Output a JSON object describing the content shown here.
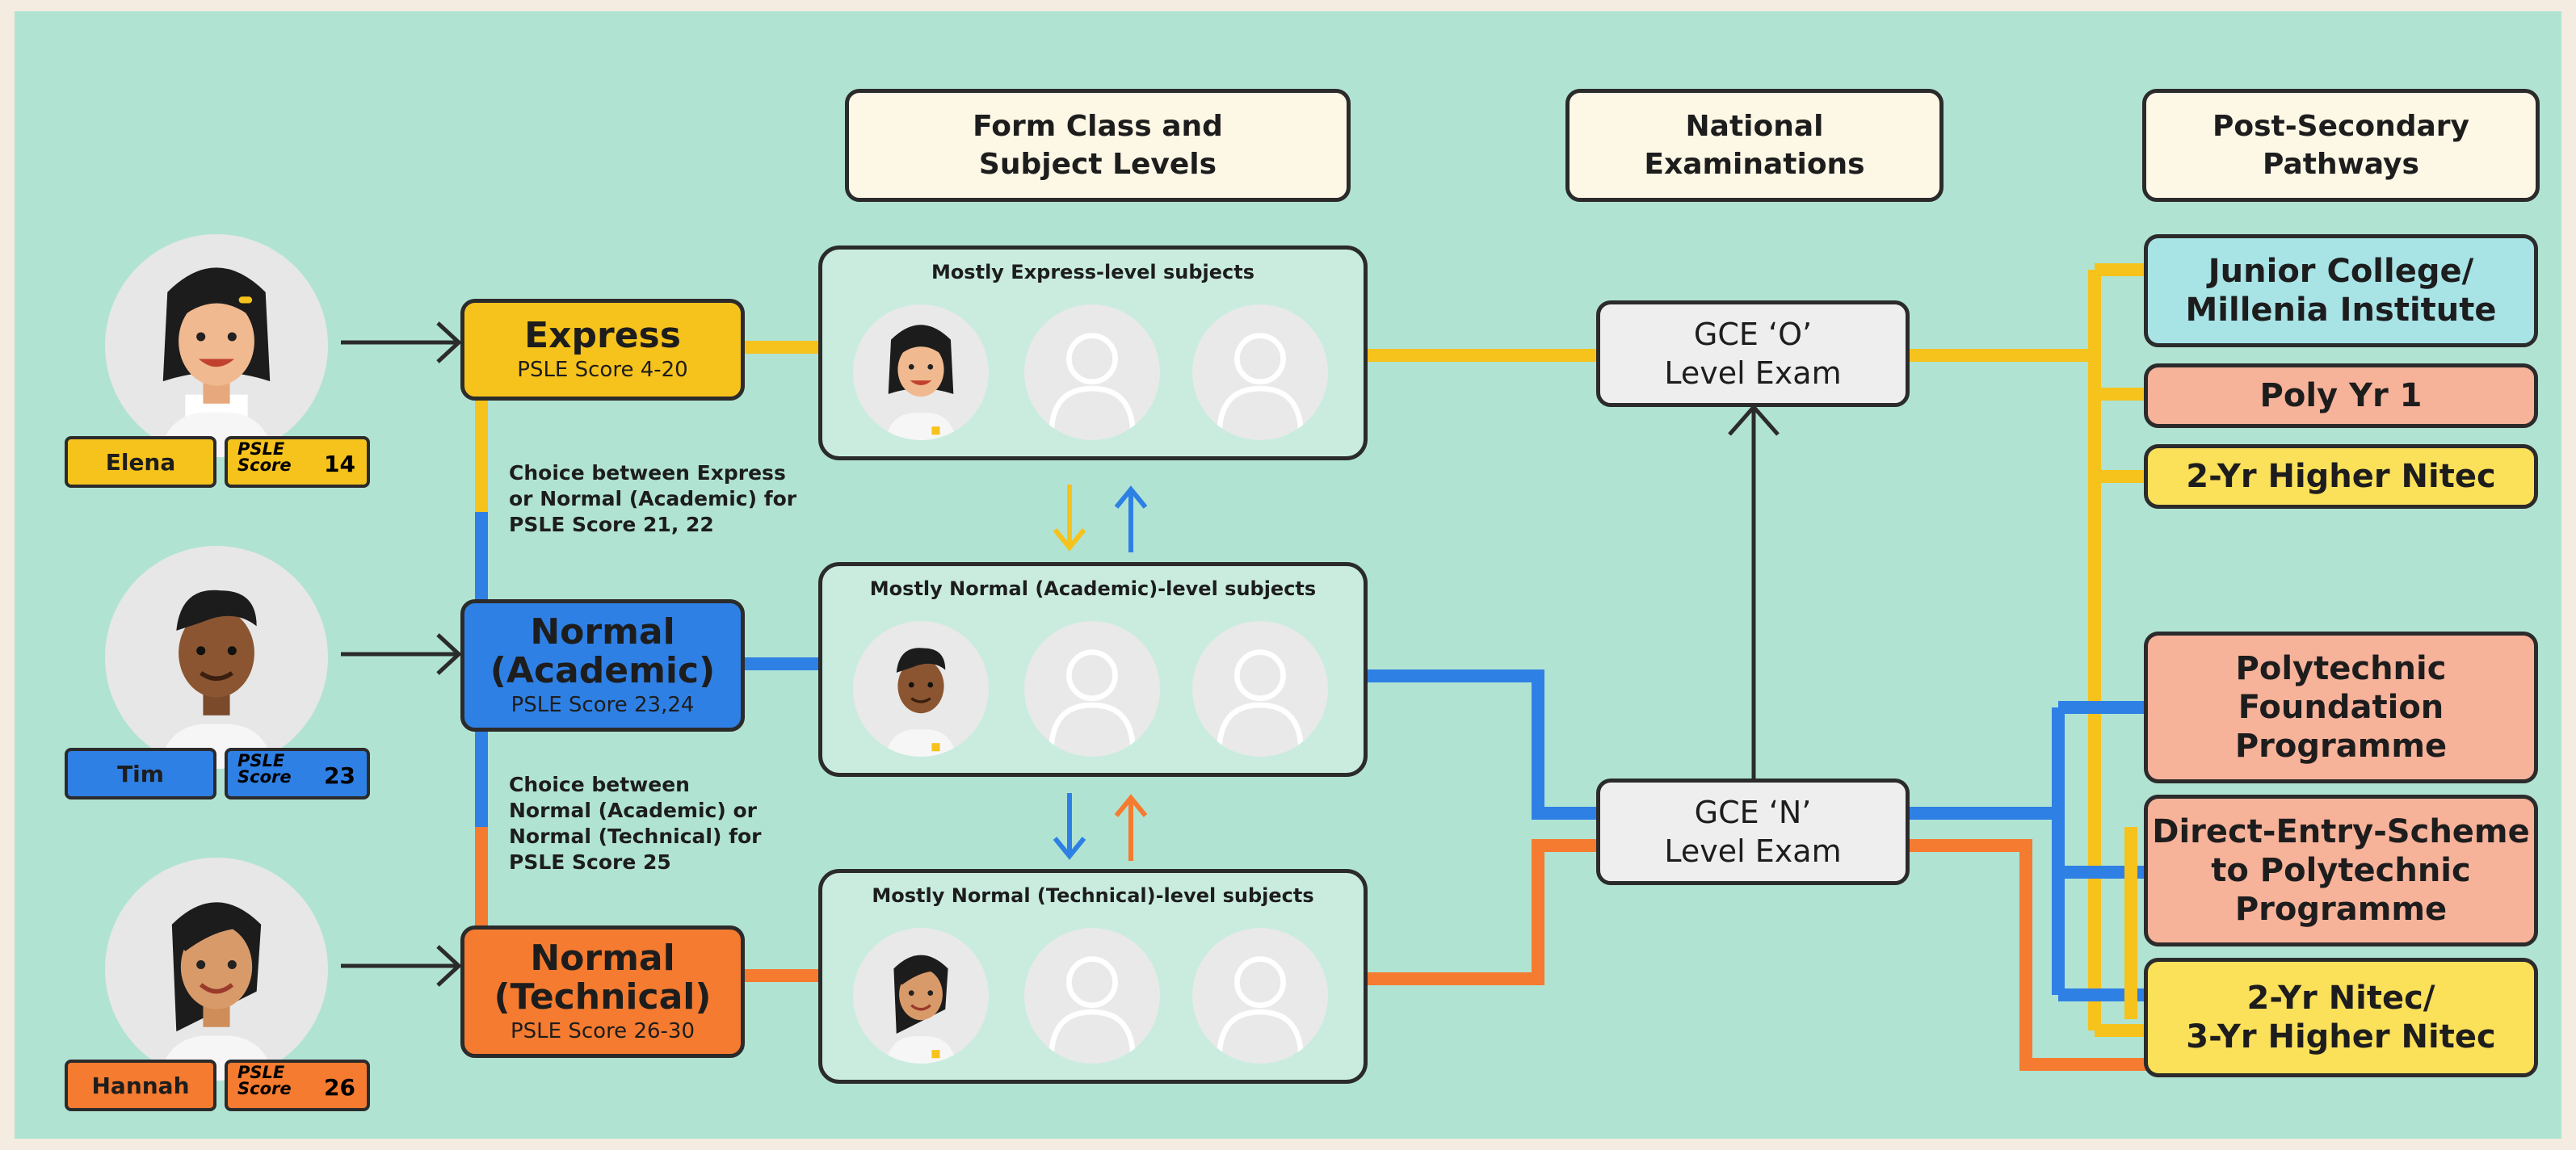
{
  "headers": {
    "form_class": [
      "Form Class and",
      "Subject Levels"
    ],
    "national_exams": [
      "National",
      "Examinations"
    ],
    "post_secondary": [
      "Post-Secondary",
      "Pathways"
    ]
  },
  "students": [
    {
      "name": "Elena",
      "psle_label": [
        "PSLE",
        "Score"
      ],
      "psle_value": "14",
      "color": "#f6c21c"
    },
    {
      "name": "Tim",
      "psle_label": [
        "PSLE",
        "Score"
      ],
      "psle_value": "23",
      "color": "#2f80e4"
    },
    {
      "name": "Hannah",
      "psle_label": [
        "PSLE",
        "Score"
      ],
      "psle_value": "26",
      "color": "#f47b30"
    }
  ],
  "streams": [
    {
      "name": [
        "Express"
      ],
      "score": "PSLE Score 4-20",
      "color": "#f6c21c"
    },
    {
      "name": [
        "Normal",
        "(Academic)"
      ],
      "score": "PSLE Score 23,24",
      "color": "#2f80e4"
    },
    {
      "name": [
        "Normal",
        "(Technical)"
      ],
      "score": "PSLE Score 26-30",
      "color": "#f47b30"
    }
  ],
  "notes": [
    [
      "Choice between Express",
      "or Normal (Academic) for",
      "PSLE Score 21, 22"
    ],
    [
      "Choice between",
      "Normal (Academic) or",
      "Normal (Technical) for",
      "PSLE Score 25"
    ]
  ],
  "classes": [
    "Mostly Express-level subjects",
    "Mostly Normal (Academic)-level subjects",
    "Mostly Normal (Technical)-level subjects"
  ],
  "exams": [
    [
      "GCE ‘O’",
      "Level Exam"
    ],
    [
      "GCE ‘N’",
      "Level Exam"
    ]
  ],
  "pathways": [
    {
      "lines": [
        "Junior College/",
        "Millenia Institute"
      ],
      "color": "#a8e3e6"
    },
    {
      "lines": [
        "Poly Yr 1"
      ],
      "color": "#f7b29a"
    },
    {
      "lines": [
        "2-Yr Higher Nitec"
      ],
      "color": "#fbe05a"
    },
    {
      "lines": [
        "Polytechnic",
        "Foundation",
        "Programme"
      ],
      "color": "#f7b29a"
    },
    {
      "lines": [
        "Direct-Entry-Scheme",
        "to Polytechnic",
        "Programme"
      ],
      "color": "#f7b29a"
    },
    {
      "lines": [
        "2-Yr Nitec/",
        "3-Yr Higher Nitec"
      ],
      "color": "#fbe05a"
    }
  ],
  "colors": {
    "express": "#f6c21c",
    "academic": "#2f80e4",
    "technical": "#f47b30",
    "background": "#b1e3d3"
  }
}
